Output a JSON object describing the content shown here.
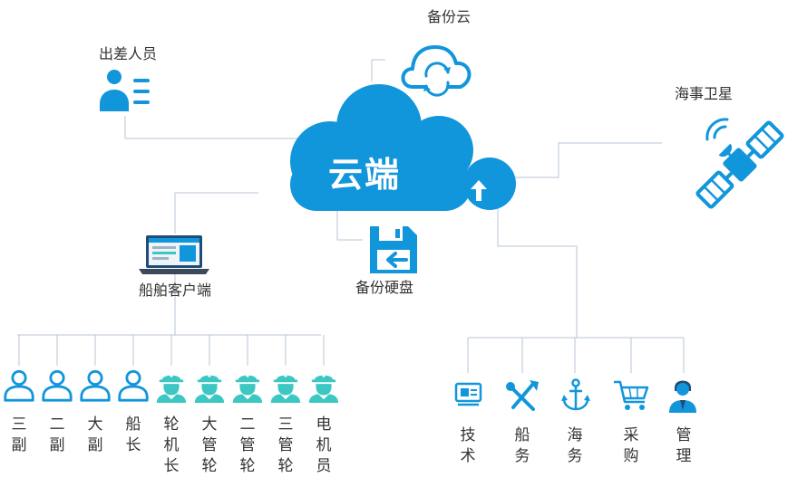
{
  "colors": {
    "primary": "#1296db",
    "teal": "#3cc7c3",
    "line": "#b7c6d3",
    "text": "#333333"
  },
  "center": {
    "label": "云端",
    "icon": "cloud-upload-icon"
  },
  "nodes": {
    "backup_cloud": {
      "label": "备份云",
      "icon": "cloud-sync-icon"
    },
    "traveling_staff": {
      "label": "出差人员",
      "icon": "user-list-icon"
    },
    "maritime_satellite": {
      "label": "海事卫星",
      "icon": "satellite-icon"
    },
    "ship_client": {
      "label": "船舶客户端",
      "icon": "laptop-icon"
    },
    "backup_disk": {
      "label": "备份硬盘",
      "icon": "floppy-disk-icon"
    }
  },
  "crew": [
    {
      "label": "三副",
      "icon": "person-outline-icon"
    },
    {
      "label": "二副",
      "icon": "person-outline-icon"
    },
    {
      "label": "大副",
      "icon": "person-outline-icon"
    },
    {
      "label": "船长",
      "icon": "person-outline-icon"
    },
    {
      "label": "轮机长",
      "icon": "engineer-helmet-icon"
    },
    {
      "label": "大管轮",
      "icon": "engineer-helmet-icon"
    },
    {
      "label": "二管轮",
      "icon": "engineer-helmet-icon"
    },
    {
      "label": "三管轮",
      "icon": "engineer-helmet-icon"
    },
    {
      "label": "电机员",
      "icon": "engineer-helmet-icon"
    }
  ],
  "departments": [
    {
      "label": "技术",
      "icon": "computer-icon"
    },
    {
      "label": "船务",
      "icon": "tools-icon"
    },
    {
      "label": "海务",
      "icon": "anchor-icon"
    },
    {
      "label": "采购",
      "icon": "shopping-cart-icon"
    },
    {
      "label": "管理",
      "icon": "manager-icon"
    }
  ]
}
